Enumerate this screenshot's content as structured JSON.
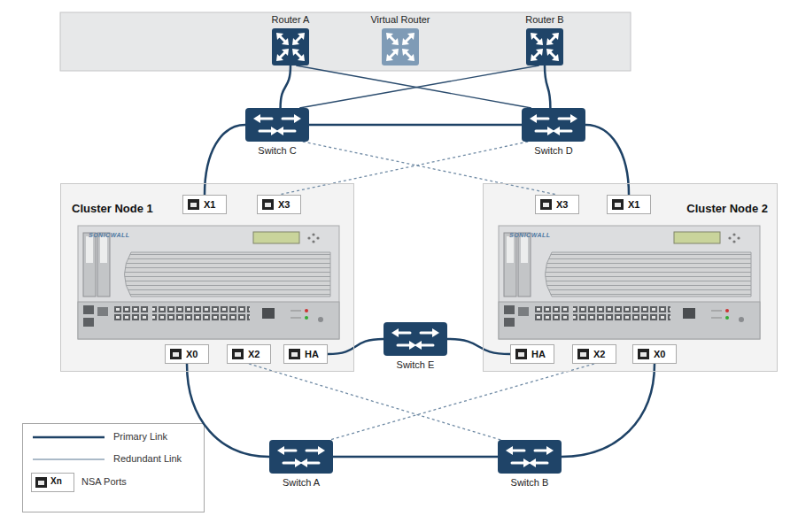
{
  "diagram": {
    "nodes": [
      {
        "text": [
          "Router A"
        ]
      },
      {
        "text": [
          "Virtual Router"
        ]
      },
      {
        "text": [
          "Router B"
        ]
      },
      {
        "text": [
          "Switch C"
        ]
      },
      {
        "text": [
          "Switch D"
        ]
      },
      {
        "text": [
          "Cluster Node 1"
        ]
      },
      {
        "text": [
          "X1"
        ],
        "in": 5
      },
      {
        "text": [
          "X3"
        ],
        "in": 5
      },
      {
        "text": [
          "X0"
        ],
        "in": 5
      },
      {
        "text": [
          "X2"
        ],
        "in": 5
      },
      {
        "text": [
          "HA"
        ],
        "in": 5
      },
      {
        "text": [
          "Cluster Node 2"
        ]
      },
      {
        "text": [
          "X3"
        ],
        "in": 11
      },
      {
        "text": [
          "X1"
        ],
        "in": 11
      },
      {
        "text": [
          "HA"
        ],
        "in": 11
      },
      {
        "text": [
          "X2"
        ],
        "in": 11
      },
      {
        "text": [
          "X0"
        ],
        "in": 11
      },
      {
        "text": [
          "Switch E"
        ]
      },
      {
        "text": [
          "Switch A"
        ]
      },
      {
        "text": [
          "Switch B"
        ]
      }
    ],
    "edges": [
      {
        "from": 0,
        "to": 3,
        "arrow": "none"
      },
      {
        "from": 0,
        "to": 4,
        "arrow": "none"
      },
      {
        "from": 2,
        "to": 3,
        "arrow": "none"
      },
      {
        "from": 2,
        "to": 4,
        "arrow": "none"
      },
      {
        "from": 3,
        "to": 4,
        "arrow": "none"
      },
      {
        "from": 3,
        "to": 6,
        "arrow": "none"
      },
      {
        "from": 3,
        "to": 12,
        "arrow": "none"
      },
      {
        "from": 4,
        "to": 7,
        "arrow": "none"
      },
      {
        "from": 4,
        "to": 13,
        "arrow": "none"
      },
      {
        "from": 10,
        "to": 17,
        "arrow": "none"
      },
      {
        "from": 17,
        "to": 14,
        "arrow": "none"
      },
      {
        "from": 8,
        "to": 18,
        "arrow": "none"
      },
      {
        "from": 18,
        "to": 19,
        "arrow": "none"
      },
      {
        "from": 19,
        "to": 16,
        "arrow": "none"
      },
      {
        "from": 9,
        "to": 19,
        "arrow": "none"
      },
      {
        "from": 15,
        "to": 18,
        "arrow": "none"
      }
    ],
    "labels": [
      "SONICWALL",
      "SONICWALL",
      "Xn"
    ],
    "legend": [
      {
        "text": "Primary Link"
      },
      {
        "text": "Redundant Link"
      },
      {
        "text": "NSA Ports"
      }
    ]
  }
}
